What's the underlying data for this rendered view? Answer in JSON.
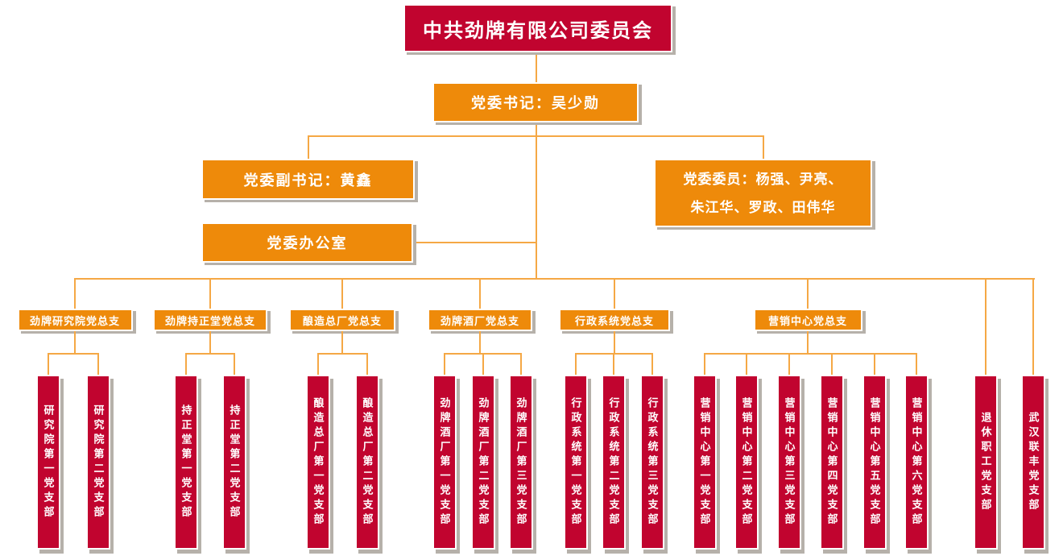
{
  "colors": {
    "red": "#C1042F",
    "orange": "#EE8A0A",
    "connector": "#F5A845",
    "shadow": "#B6B1AA",
    "text_on_fill": "#FFFFFF"
  },
  "committee": {
    "label": "中共劲牌有限公司委员会"
  },
  "secretary": {
    "label": "党委书记：吴少勋"
  },
  "deputy_secretary": {
    "label": "党委副书记：黄鑫"
  },
  "party_office": {
    "label": "党委办公室"
  },
  "committee_members": {
    "line1": "党委委员：杨强、尹亮、",
    "line2": "朱江华、罗政、田伟华"
  },
  "general_branches": [
    {
      "label": "劲牌研究院党总支",
      "children": [
        "研究院第一党支部",
        "研究院第二党支部"
      ]
    },
    {
      "label": "劲牌持正堂党总支",
      "children": [
        "持正堂第一党支部",
        "持正堂第二党支部"
      ]
    },
    {
      "label": "酿造总厂党总支",
      "children": [
        "酿造总厂第一党支部",
        "酿造总厂第二党支部"
      ]
    },
    {
      "label": "劲牌酒厂党总支",
      "children": [
        "劲牌酒厂第一党支部",
        "劲牌酒厂第二党支部",
        "劲牌酒厂第三党支部"
      ]
    },
    {
      "label": "行政系统党总支",
      "children": [
        "行政系统第一党支部",
        "行政系统第二党支部",
        "行政系统第三党支部"
      ]
    },
    {
      "label": "营销中心党总支",
      "children": [
        "营销中心第一党支部",
        "营销中心第二党支部",
        "营销中心第三党支部",
        "营销中心第四党支部",
        "营销中心第五党支部",
        "营销中心第六党支部"
      ]
    }
  ],
  "direct_branches": [
    {
      "label": "退休职工党支部"
    },
    {
      "label": "武汉联丰党支部"
    }
  ]
}
